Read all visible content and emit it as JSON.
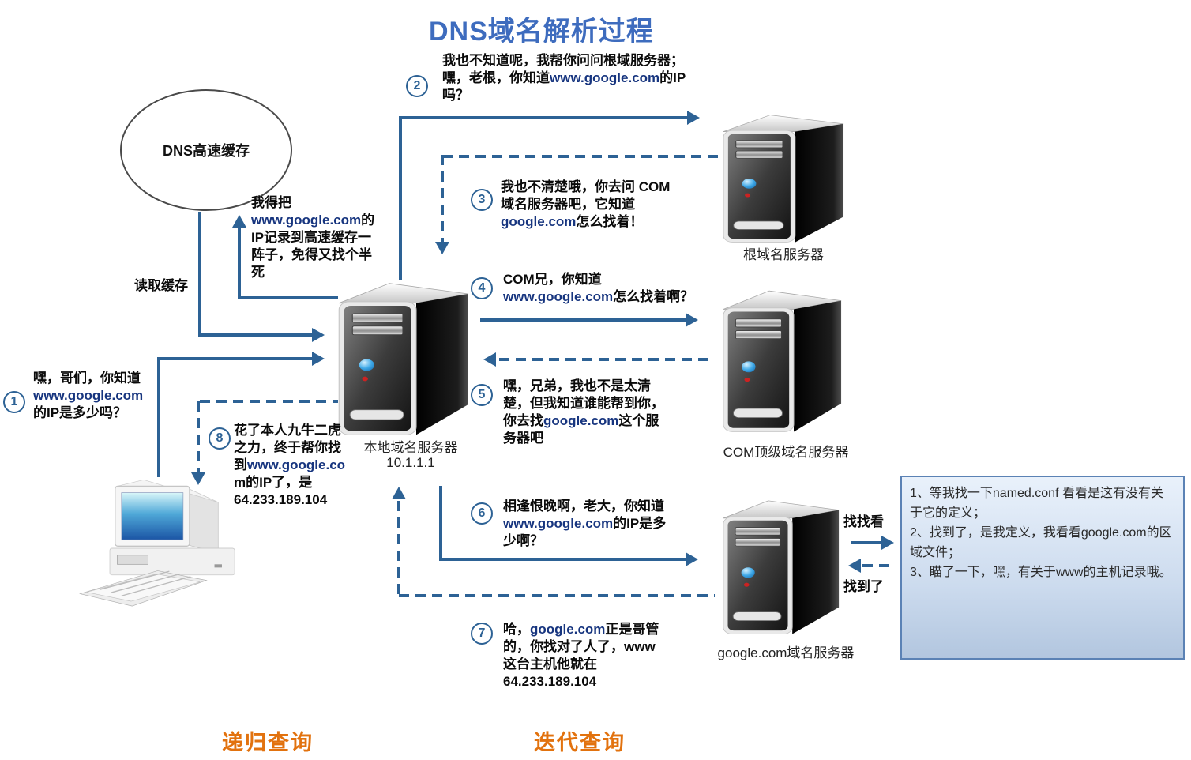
{
  "title": "DNS域名解析过程",
  "colors": {
    "arrow": "#2d6295",
    "title": "#3e6cbe",
    "legend": "#e2720e",
    "latin": "#17357f",
    "note_border": "#5b82b5"
  },
  "cache": {
    "label": "DNS高速缓存",
    "write_note": "我得把\nwww.google.com的\nIP记录到高速缓存一\n阵子，免得又找个半\n死",
    "read_label": "读取缓存"
  },
  "servers": {
    "local": {
      "label": "本地域名服务器",
      "ip": "10.1.1.1"
    },
    "root": {
      "label": "根域名服务器"
    },
    "com": {
      "label": "COM顶级域名服务器"
    },
    "google": {
      "label": "google.com域名服务器"
    }
  },
  "steps": [
    {
      "num": "1",
      "text": "嘿，哥们，你知道\nwww.google.com\n的IP是多少吗？"
    },
    {
      "num": "2",
      "text": "我也不知道呢，我帮你问问根域服务器；\n嘿，老根，你知道www.google.com的IP\n吗？"
    },
    {
      "num": "3",
      "text": "我也不清楚哦，你去问 COM\n域名服务器吧，它知道\ngoogle.com怎么找着！"
    },
    {
      "num": "4",
      "text": "COM兄，你知道\nwww.google.com怎么找着啊？"
    },
    {
      "num": "5",
      "text": "嘿，兄弟，我也不是太清\n楚，但我知道谁能帮到你，\n你去找google.com这个服\n务器吧"
    },
    {
      "num": "6",
      "text": "相逢恨晚啊，老大，你知道\nwww.google.com的IP是多\n少啊？"
    },
    {
      "num": "7",
      "text": "哈，google.com正是哥管\n的，你找对了人了，www\n这台主机他就在\n64.233.189.104"
    },
    {
      "num": "8",
      "text": "花了本人九牛二虎\n之力，终于帮你找\n到www.google.co\nm的IP了，是\n64.233.189.104"
    }
  ],
  "lookup": {
    "search": "找找看",
    "found": "找到了"
  },
  "notes": [
    "1、等我找一下named.conf 看看是这有没有关于它的定义；",
    "2、找到了，是我定义，我看看google.com的区域文件；",
    "3、瞄了一下，嘿，有关于www的主机记录哦。"
  ],
  "legend": {
    "recursive": "递归查询",
    "iterative": "迭代查询"
  }
}
